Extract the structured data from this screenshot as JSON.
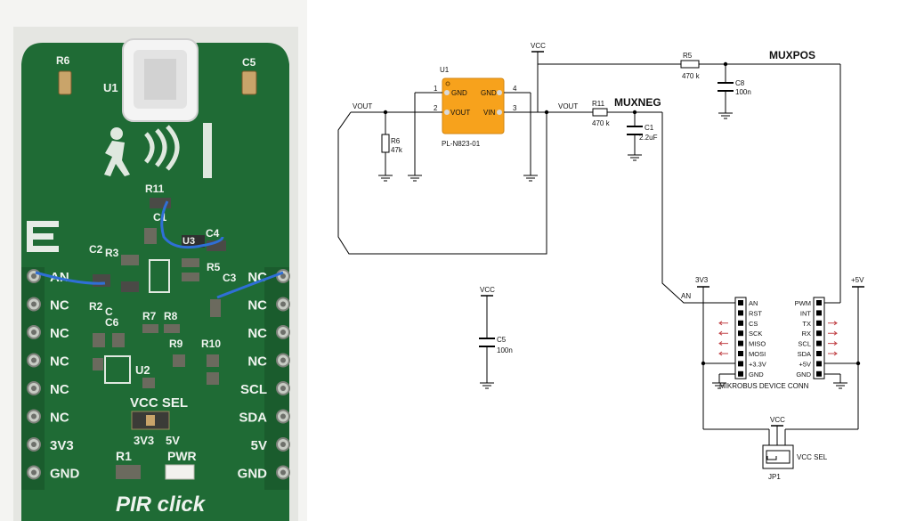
{
  "board": {
    "name": "PIR click",
    "refs": {
      "r6": "R6",
      "c5": "C5",
      "u1": "U1",
      "r11": "R11",
      "c1": "C1",
      "c2": "C2",
      "r3": "R3",
      "u3": "U3",
      "c4": "C4",
      "r5": "R5",
      "c3": "C3",
      "c": "C",
      "r2": "R2",
      "c6": "C6",
      "r7": "R7",
      "r8": "R8",
      "r9": "R9",
      "r10": "R10",
      "u2": "U2",
      "vcc_sel": "VCC SEL",
      "opt_3v3": "3V3",
      "opt_5v": "5V",
      "r1": "R1",
      "pwr": "PWR"
    },
    "left_pins": [
      "AN",
      "NC",
      "NC",
      "NC",
      "NC",
      "NC",
      "3V3",
      "GND"
    ],
    "right_pins": [
      "NC",
      "NC",
      "NC",
      "NC",
      "SCL",
      "SDA",
      "5V",
      "GND"
    ]
  },
  "schematic": {
    "u1": {
      "ref": "U1",
      "part": "PL-N823-01",
      "pin1": "1",
      "pin2": "2",
      "pin3": "3",
      "pin4": "4",
      "gnd_left": "GND",
      "vout": "VOUT",
      "gnd_right": "GND",
      "vin": "VIN"
    },
    "nets": {
      "vcc": "VCC",
      "vout": "VOUT",
      "muxpos": "MUXPOS",
      "muxneg": "MUXNEG",
      "an": "AN",
      "v33": "3V3",
      "v5": "+5V"
    },
    "r6": {
      "ref": "R6",
      "value": "47k"
    },
    "r5": {
      "ref": "R5",
      "value": "470 k"
    },
    "r11": {
      "ref": "R11",
      "value": "470 k"
    },
    "c8": {
      "ref": "C8",
      "value": "100n"
    },
    "c1": {
      "ref": "C1",
      "value": "2.2uF"
    },
    "c5": {
      "ref": "C5",
      "value": "100n"
    },
    "mikrobus": {
      "label": "MIKROBUS DEVICE CONN",
      "left_pins": [
        "AN",
        "RST",
        "CS",
        "SCK",
        "MISO",
        "MOSI",
        "+3.3V",
        "GND"
      ],
      "right_pins": [
        "PWM",
        "INT",
        "TX",
        "RX",
        "SCL",
        "SDA",
        "+5V",
        "GND"
      ]
    },
    "jp1": {
      "ref": "JP1",
      "label": "VCC SEL"
    }
  },
  "colors": {
    "pcb": "#1f6b35",
    "pcb_dark": "#154d26",
    "silk": "#eef3ee",
    "chip": "#f7a21c",
    "wire": "#000000",
    "jumper": "#2f6fd6"
  }
}
